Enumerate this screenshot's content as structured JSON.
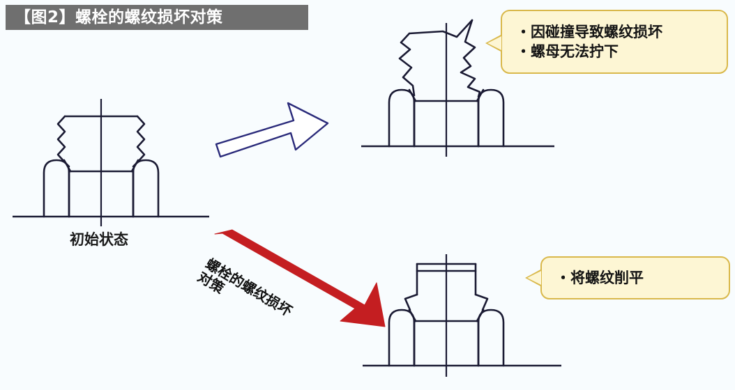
{
  "title": {
    "label": "【图2】螺栓的螺纹损坏对策"
  },
  "colors": {
    "title_bar": "#6F6F6F",
    "title_text": "#FFFFFF",
    "background": "#F8FCFE",
    "line": "#1A1A33",
    "arrow_red": "#C41E21",
    "arrow_blue_outline": "#2A2A7A",
    "callout_fill": "#FDF6D4",
    "callout_border": "#D9B84A"
  },
  "figures": {
    "initial": {
      "caption": "初始状态"
    },
    "damaged": {
      "caption": ""
    },
    "repaired": {
      "caption": ""
    }
  },
  "arrows": {
    "blue": {
      "label": ""
    },
    "red": {
      "label_line1": "螺栓的螺纹损坏",
      "label_line2": "对策"
    }
  },
  "callouts": {
    "damage": {
      "line1": "・因碰撞导致螺纹损坏",
      "line2": "・螺母无法拧下"
    },
    "fix": {
      "line1": "・将螺纹削平"
    }
  }
}
